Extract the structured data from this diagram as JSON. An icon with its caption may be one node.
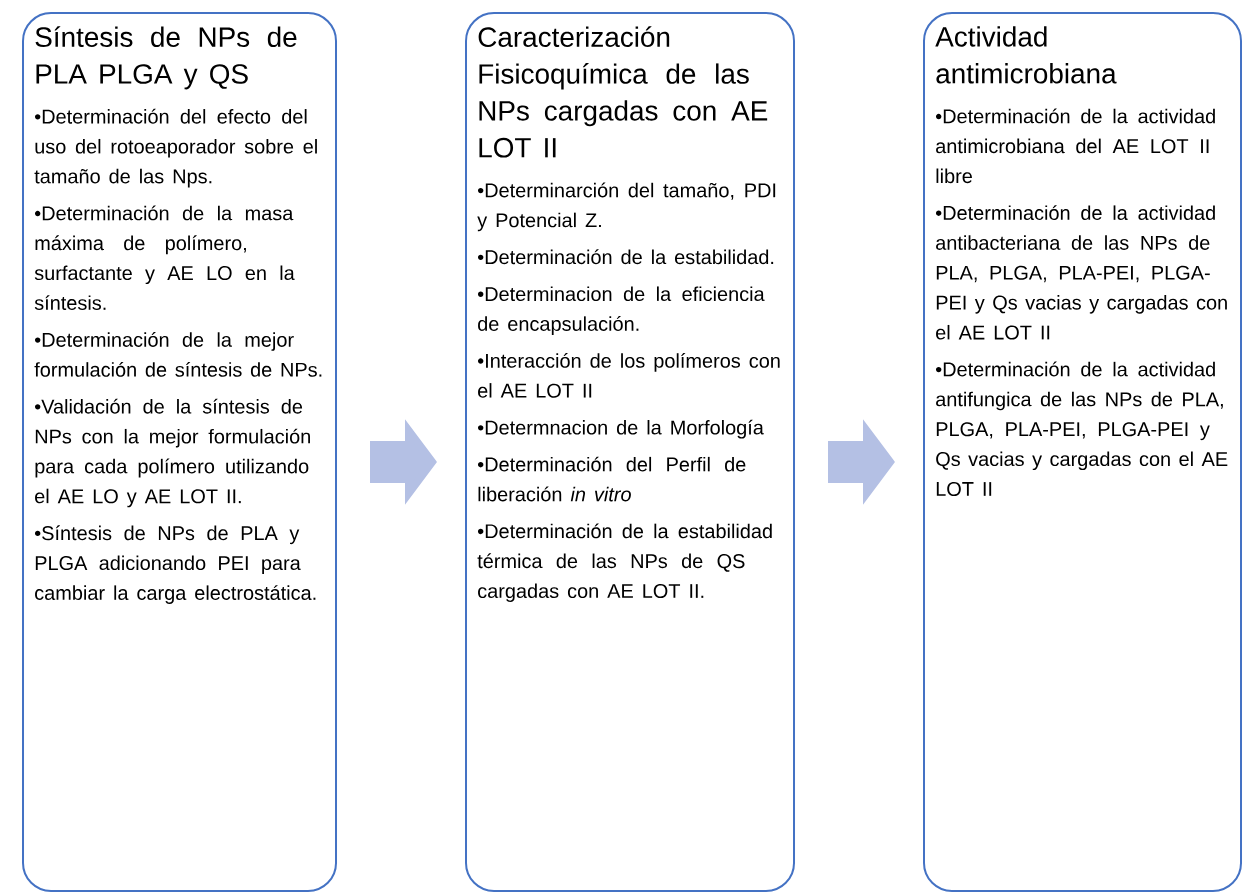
{
  "diagram": {
    "nodes": [
      {
        "text": [
          "Síntesis de NPs de PLA PLGA y QS",
          "•Determinación del efecto del uso del rotoeaporador sobre el tamaño de las Nps.",
          "•Determinación de la masa máxima de polímero, surfactante y AE LO en la síntesis.",
          "•Determinación de la mejor formulación de síntesis de NPs.",
          "•Validación de la síntesis de NPs con la mejor formulación para cada polímero utilizando el AE LO y AE LOT II.",
          "•Síntesis de NPs de PLA y PLGA adicionando PEI para cambiar la carga electrostática."
        ]
      },
      {
        "text": [
          "Caracterización Fisicoquímica de las NPs cargadas con AE LOT II",
          "•Determinarción del tamaño, PDI y Potencial Z.",
          "•Determinación de la estabilidad.",
          "•Determinacion de la eficiencia de encapsulación.",
          "•Interacción de los polímeros con el AE LOT II",
          "•Determnacion de la Morfología",
          "•Determinación del Perfil de liberación *in vitro*",
          "•Determinación de la estabilidad térmica de las NPs de QS cargadas con AE LOT II."
        ]
      },
      {
        "text": [
          "Actividad antimicrobiana",
          "•Determinación de la actividad antimicrobiana del AE LOT II libre",
          "•Determinación de la actividad antibacteriana de las NPs de PLA, PLGA, PLA-PEI, PLGA-PEI y Qs vacias y cargadas con el AE LOT II",
          "•Determinación de la actividad antifungica de las NPs de PLA, PLGA, PLA-PEI, PLGA-PEI y Qs vacias y cargadas con el AE LOT II"
        ]
      }
    ],
    "edges": [
      {
        "from": 0,
        "to": 1,
        "arrow": "to"
      },
      {
        "from": 1,
        "to": 2,
        "arrow": "to"
      }
    ]
  }
}
